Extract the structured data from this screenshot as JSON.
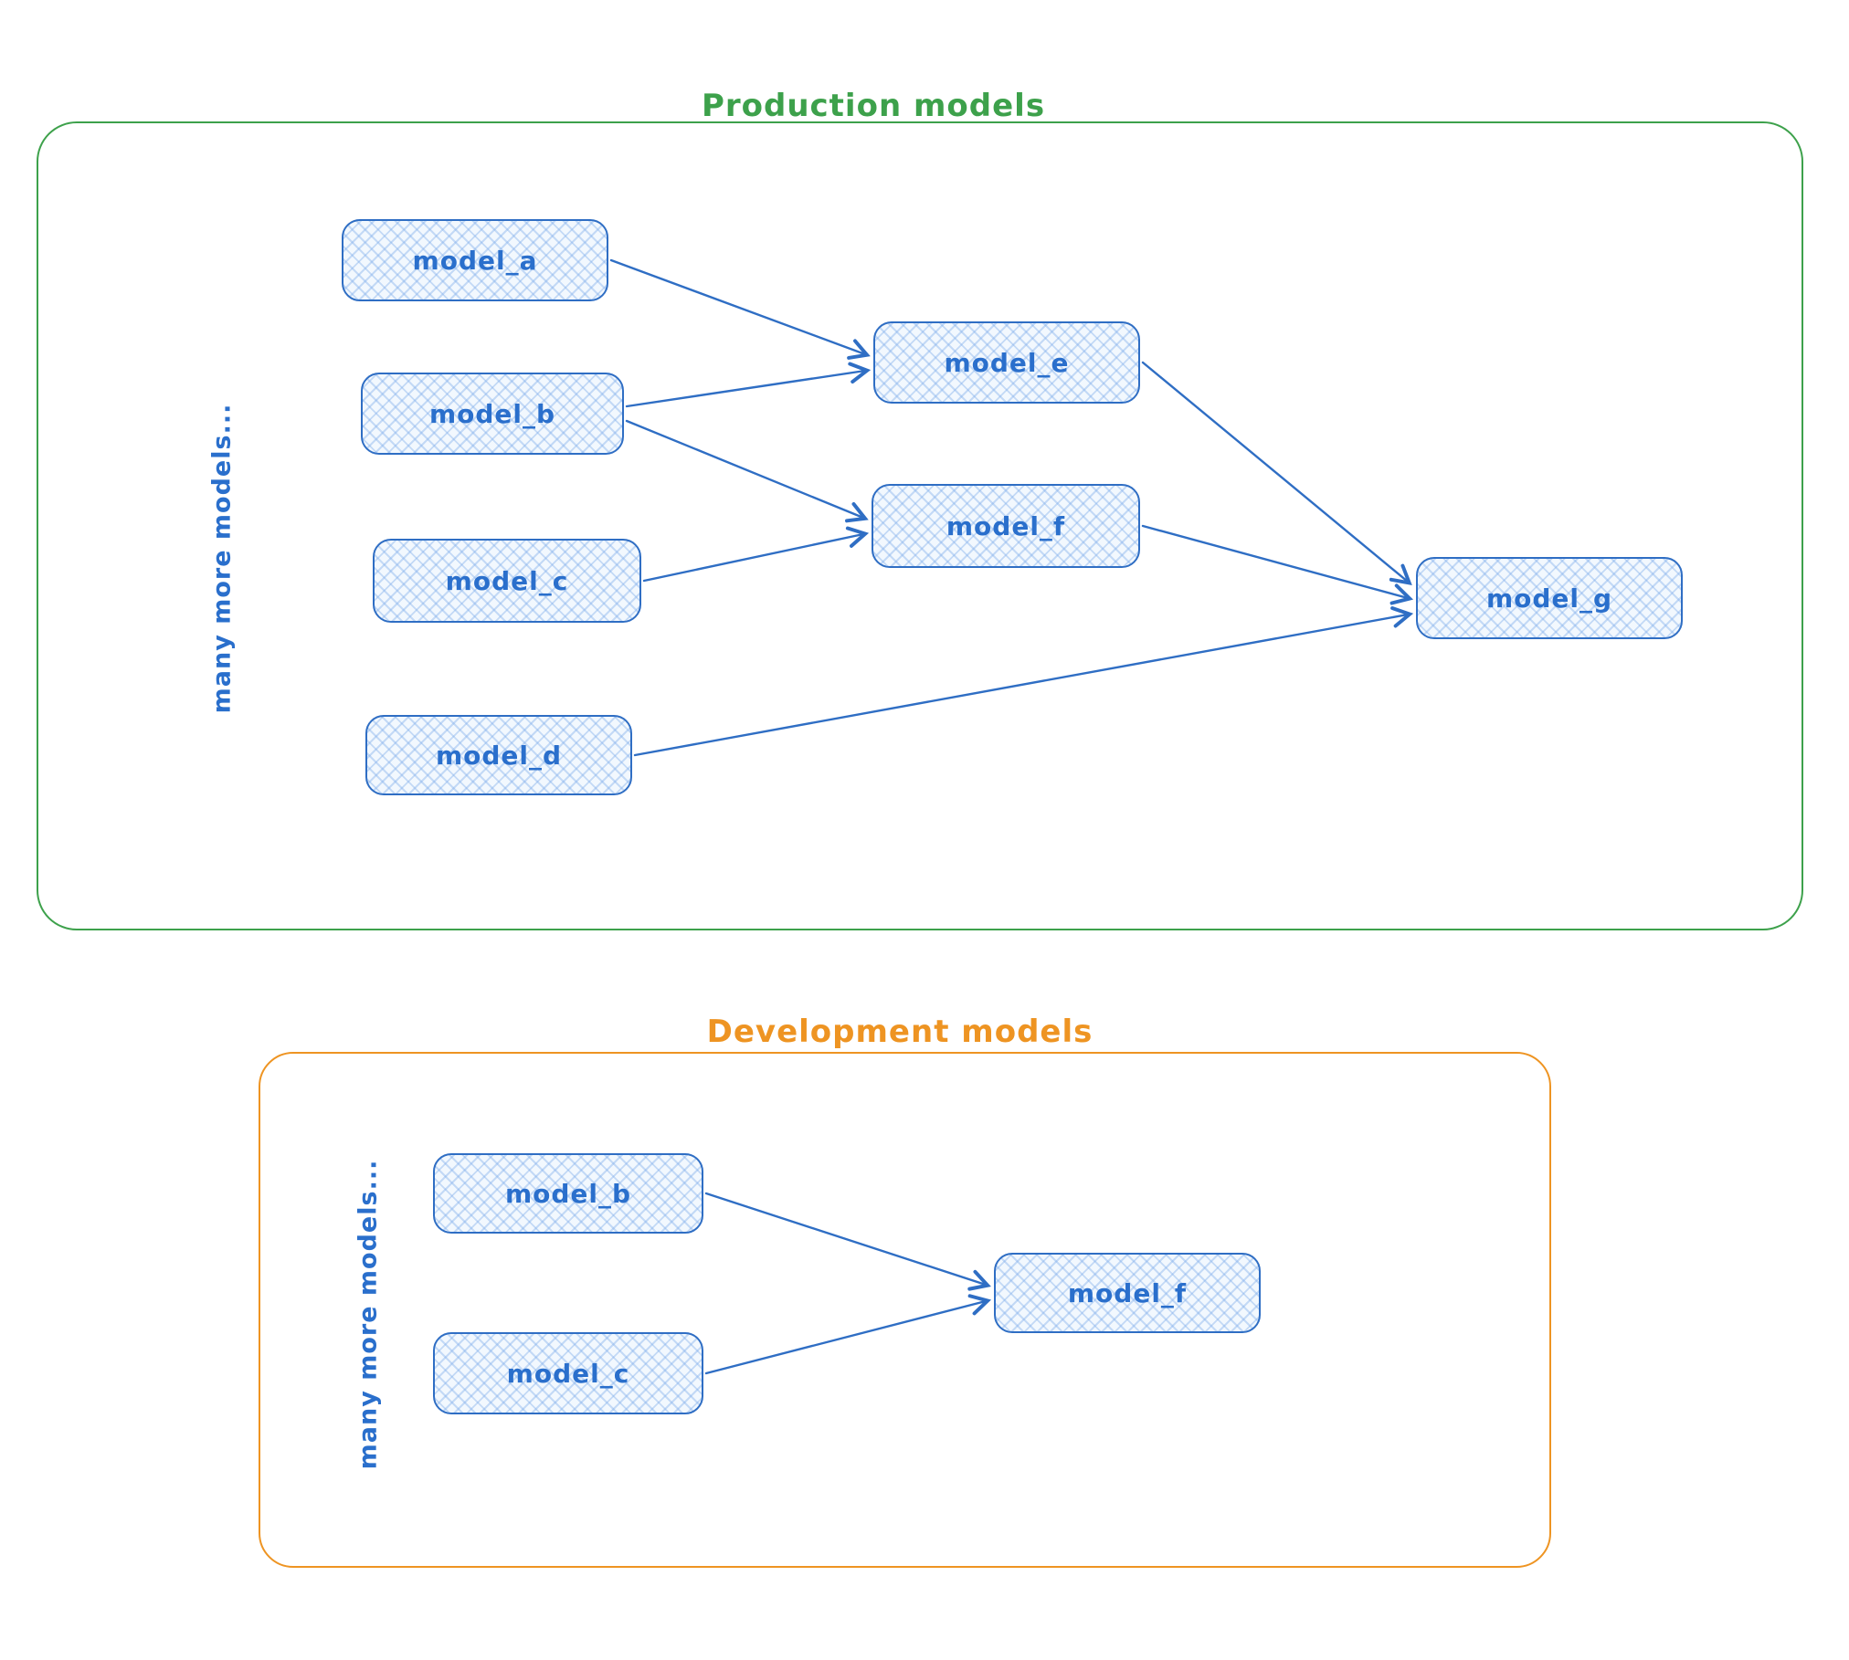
{
  "colors": {
    "production_accent": "#3da14b",
    "development_accent": "#ee9422",
    "node_border": "#2f6ec4",
    "node_fill": "#f2f8fe",
    "node_hatch": "rgba(130,175,235,0.42)",
    "arrow": "#2f6ec4",
    "text_blue": "#2a6fcc"
  },
  "production": {
    "title": "Production models",
    "side_note": "many more models...",
    "nodes": [
      {
        "id": "model_a",
        "label": "model_a"
      },
      {
        "id": "model_b",
        "label": "model_b"
      },
      {
        "id": "model_c",
        "label": "model_c"
      },
      {
        "id": "model_d",
        "label": "model_d"
      },
      {
        "id": "model_e",
        "label": "model_e"
      },
      {
        "id": "model_f",
        "label": "model_f"
      },
      {
        "id": "model_g",
        "label": "model_g"
      }
    ],
    "edges": [
      {
        "from": "model_a",
        "to": "model_e"
      },
      {
        "from": "model_b",
        "to": "model_e"
      },
      {
        "from": "model_b",
        "to": "model_f"
      },
      {
        "from": "model_c",
        "to": "model_f"
      },
      {
        "from": "model_e",
        "to": "model_g"
      },
      {
        "from": "model_f",
        "to": "model_g"
      },
      {
        "from": "model_d",
        "to": "model_g"
      }
    ]
  },
  "development": {
    "title": "Development models",
    "side_note": "many more models...",
    "nodes": [
      {
        "id": "model_b",
        "label": "model_b"
      },
      {
        "id": "model_c",
        "label": "model_c"
      },
      {
        "id": "model_f",
        "label": "model_f"
      }
    ],
    "edges": [
      {
        "from": "model_b",
        "to": "model_f"
      },
      {
        "from": "model_c",
        "to": "model_f"
      }
    ]
  }
}
